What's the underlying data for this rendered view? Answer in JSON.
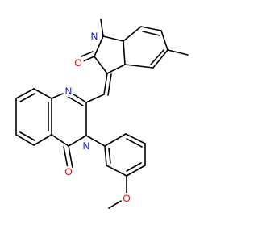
{
  "colors": {
    "background": "#ffffff",
    "bond": "#000000",
    "nitrogen": "#0000ff",
    "oxygen": "#ff0000"
  },
  "atoms": [
    {
      "id": "n_indole",
      "label": "N",
      "element": "nitrogen"
    },
    {
      "id": "o_indole",
      "label": "O",
      "element": "oxygen"
    },
    {
      "id": "n_ring_top",
      "label": "N",
      "element": "nitrogen"
    },
    {
      "id": "n_ring_mid",
      "label": "N",
      "element": "nitrogen"
    },
    {
      "id": "o_carbonyl",
      "label": "O",
      "element": "oxygen"
    },
    {
      "id": "o_methoxy",
      "label": "O",
      "element": "oxygen"
    }
  ]
}
